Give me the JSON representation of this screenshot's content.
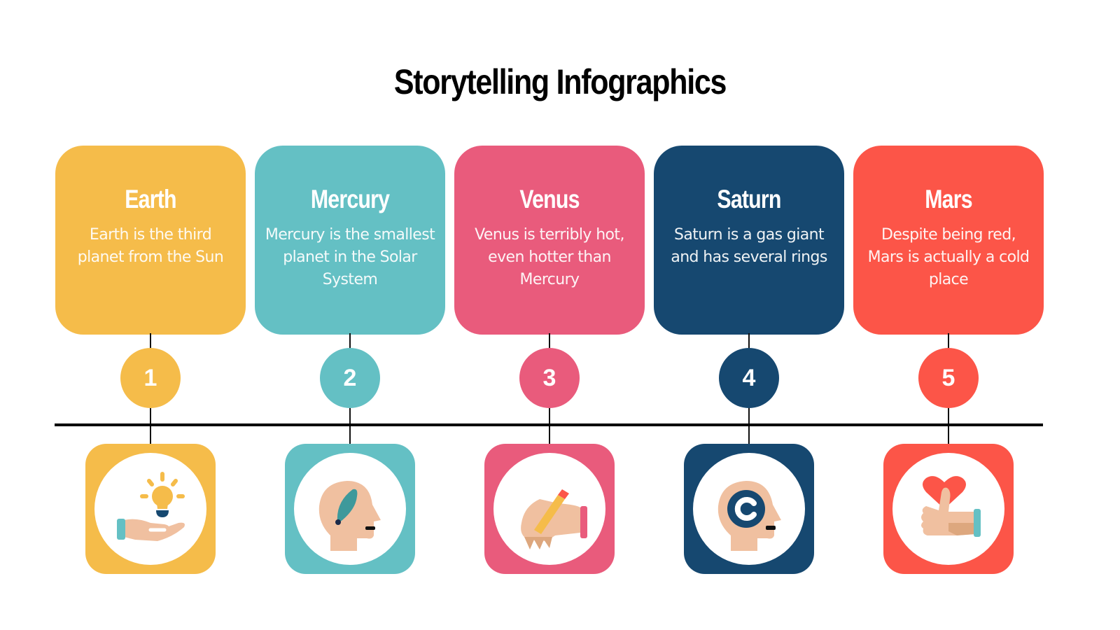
{
  "title": "Storytelling Infographics",
  "colors": {
    "yellow": "#F5BC4A",
    "teal": "#64C0C4",
    "pink": "#E95B7C",
    "navy": "#164870",
    "red": "#FC5548",
    "skin": "#F0C0A0",
    "line": "#000000"
  },
  "steps": [
    {
      "number": "1",
      "name": "Earth",
      "description": "Earth is the third planet from the Sun",
      "color": "#F5BC4A",
      "icon": "hand-lightbulb-icon"
    },
    {
      "number": "2",
      "name": "Mercury",
      "description": "Mercury is the smallest planet in the Solar System",
      "color": "#64C0C4",
      "icon": "head-leaf-icon"
    },
    {
      "number": "3",
      "name": "Venus",
      "description": "Venus is terribly hot, even hotter than Mercury",
      "color": "#E95B7C",
      "icon": "hand-pencil-icon"
    },
    {
      "number": "4",
      "name": "Saturn",
      "description": "Saturn is a gas giant and has several rings",
      "color": "#164870",
      "icon": "head-copyright-icon"
    },
    {
      "number": "5",
      "name": "Mars",
      "description": "Despite being red, Mars is actually a cold place",
      "color": "#FC5548",
      "icon": "thumbs-up-heart-icon"
    }
  ]
}
